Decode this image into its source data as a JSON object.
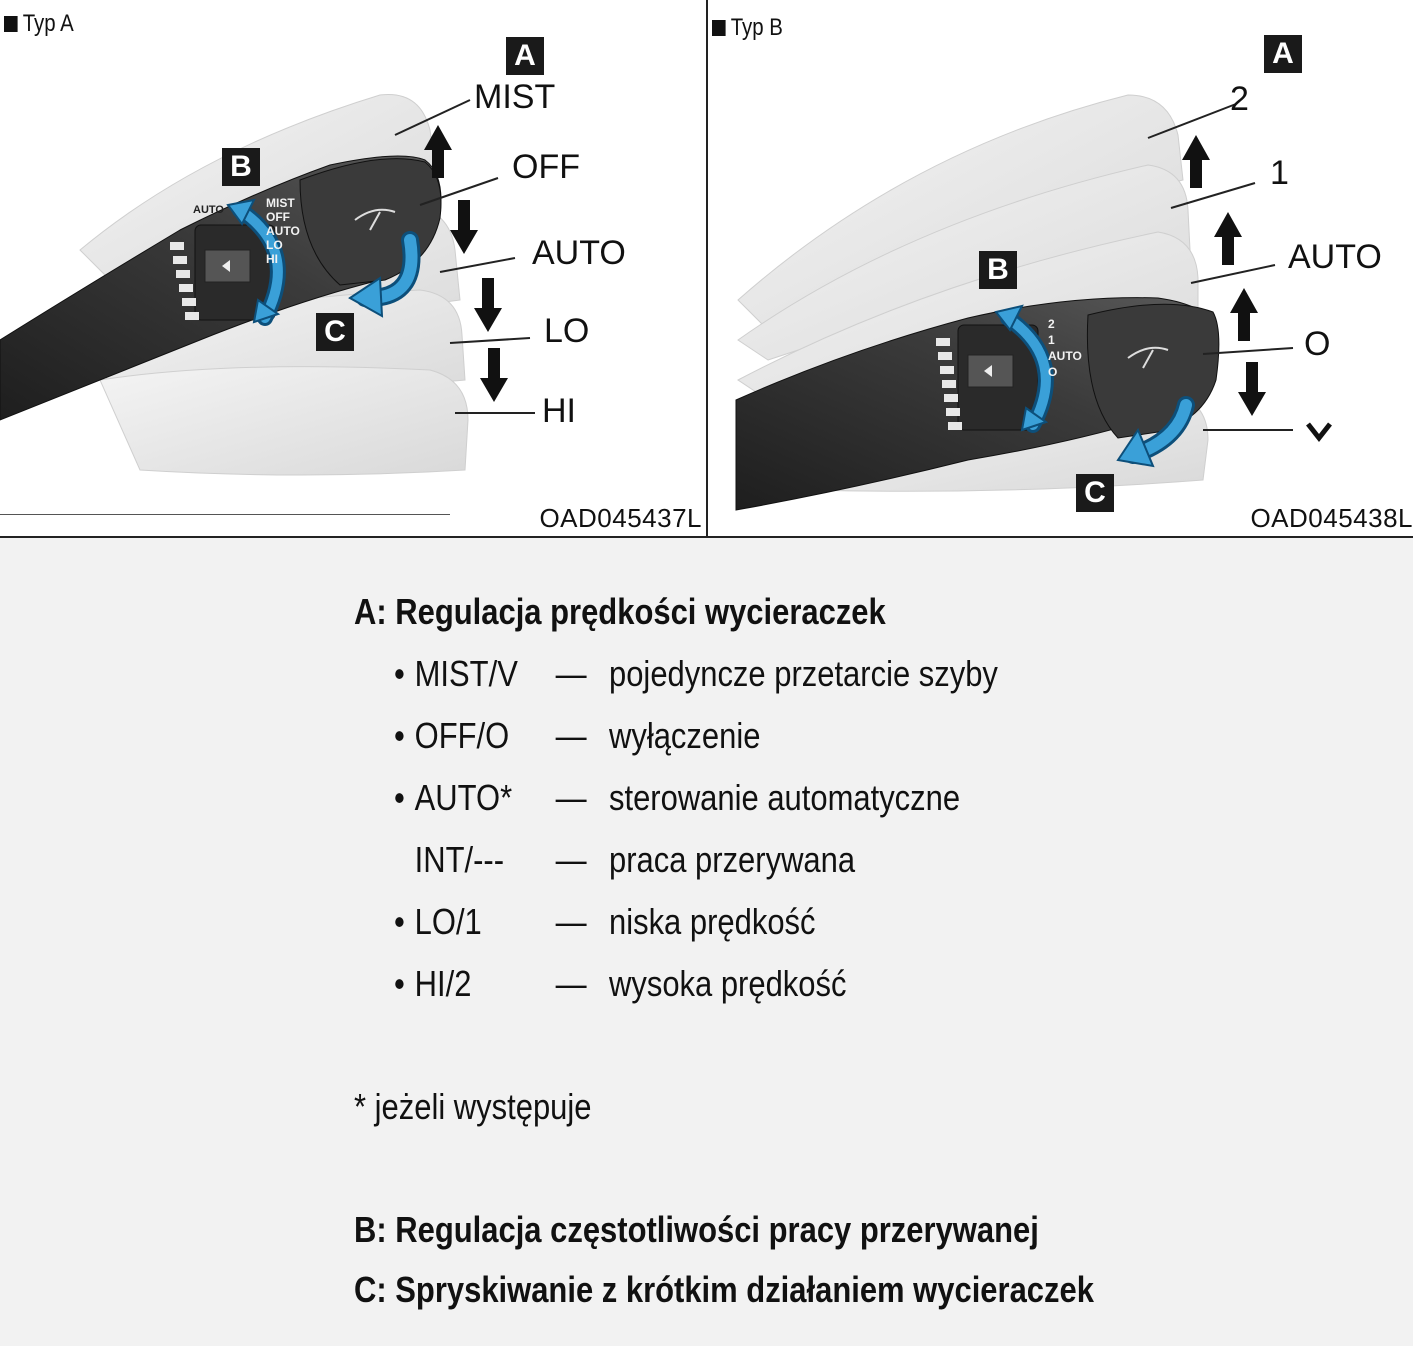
{
  "panel_a": {
    "type_label": "Typ A",
    "code": "OAD045437L",
    "callouts": {
      "a": "A",
      "b": "B",
      "c": "C"
    },
    "positions": [
      "MIST",
      "OFF",
      "AUTO",
      "LO",
      "HI"
    ],
    "ring_labels": [
      "MIST",
      "OFF",
      "AUTO",
      "LO",
      "HI"
    ],
    "ring_left_label": "AUTO"
  },
  "panel_b": {
    "type_label": "Typ B",
    "code": "OAD045438L",
    "callouts": {
      "a": "A",
      "b": "B",
      "c": "C"
    },
    "positions": [
      "2",
      "1",
      "AUTO",
      "O",
      "V"
    ],
    "ring_labels": [
      "2",
      "1",
      "AUTO",
      "O"
    ]
  },
  "legend": {
    "heading_a": "A: Regulacja prędkości wycieraczek",
    "items": [
      {
        "bullet": "•",
        "term": "MIST/V",
        "dash": "—",
        "desc": "pojedyncze przetarcie szyby"
      },
      {
        "bullet": "•",
        "term": "OFF/O",
        "dash": "—",
        "desc": "wyłączenie"
      },
      {
        "bullet": "•",
        "term": "AUTO*",
        "dash": "—",
        "desc": "sterowanie automatyczne"
      },
      {
        "bullet": "",
        "term": "INT/---",
        "dash": "—",
        "desc": "praca przerywana"
      },
      {
        "bullet": "•",
        "term": "LO/1",
        "dash": "—",
        "desc": "niska prędkość"
      },
      {
        "bullet": "•",
        "term": "HI/2",
        "dash": "—",
        "desc": "wysoka prędkość"
      }
    ],
    "footnote": "* jeżeli występuje",
    "heading_b": "B: Regulacja częstotliwości pracy przerywanej",
    "heading_c": "C: Spryskiwanie z krótkim działaniem wycieraczek"
  },
  "colors": {
    "accent_blue": "#3aa0d8",
    "callout_bg": "#1a1a1a"
  },
  "icons": [
    "wiper-icon",
    "washer-icon",
    "up-arrow-icon",
    "down-arrow-icon",
    "curved-arrow-icon"
  ]
}
